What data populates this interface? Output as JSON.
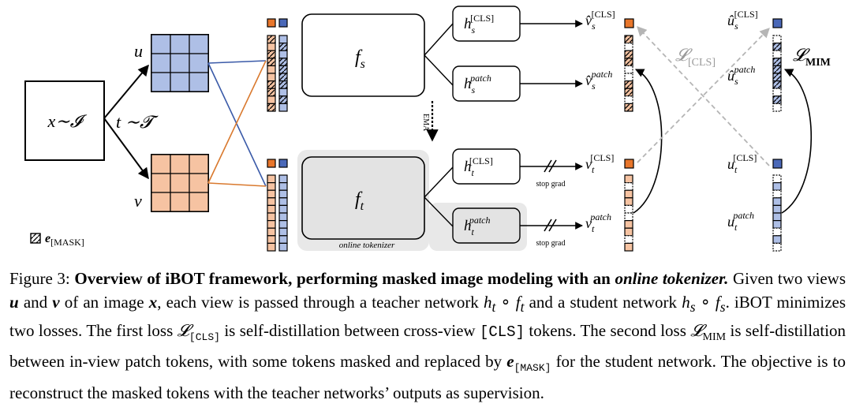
{
  "colors": {
    "blue": "#aebfe6",
    "orange": "#f6c3a2",
    "orange_dark": "#e8762b",
    "blue_dark": "#4a68b8",
    "gray_panel": "#e8e8e8",
    "loss_arrow": "#b5b5b5",
    "line_blue": "#3a5aa8",
    "line_orange": "#d9792e"
  },
  "diagram": {
    "input_label": "x∼𝓘",
    "transform_label": "t ∼𝓣",
    "view_u": "u",
    "view_v": "v",
    "student_encoder": "f",
    "student_encoder_sub": "s",
    "teacher_encoder": "f",
    "teacher_encoder_sub": "t",
    "ema": "EMA",
    "online_tokenizer": "online tokenizer",
    "stop_grad_1": "stop grad",
    "stop_grad_2": "stop grad",
    "heads": {
      "student_cls": {
        "base": "h",
        "sub": "s",
        "sup": "[CLS]"
      },
      "student_patch": {
        "base": "h",
        "sub": "s",
        "sup": "patch"
      },
      "teacher_cls": {
        "base": "h",
        "sub": "t",
        "sup": "[CLS]"
      },
      "teacher_patch": {
        "base": "h",
        "sub": "t",
        "sup": "patch"
      }
    },
    "outputs": {
      "v_s_cls": {
        "base": "v̂",
        "sub": "s",
        "sup": "[CLS]"
      },
      "v_s_patch": {
        "base": "v̂",
        "sub": "s",
        "sup": "patch"
      },
      "v_t_cls": {
        "base": "v",
        "sub": "t",
        "sup": "[CLS]"
      },
      "v_t_patch": {
        "base": "v",
        "sub": "t",
        "sup": "patch"
      },
      "u_s_cls": {
        "base": "û",
        "sub": "s",
        "sup": "[CLS]"
      },
      "u_s_patch": {
        "base": "û",
        "sub": "s",
        "sup": "patch"
      },
      "u_t_cls": {
        "base": "u",
        "sub": "t",
        "sup": "[CLS]"
      },
      "u_t_patch": {
        "base": "u",
        "sub": "t",
        "sup": "patch"
      }
    },
    "loss_cls": "𝓛",
    "loss_cls_sub": "[CLS]",
    "loss_mim": "𝓛",
    "loss_mim_sub": "MIM",
    "legend_mask": "e",
    "legend_mask_sub": "[MASK]"
  },
  "caption": {
    "figure_num": "Figure 3:",
    "title_bold": "Overview of iBOT framework, performing masked image modeling with an",
    "title_ital1": "online",
    "title_ital2": "tokenizer.",
    "seg1": "Given two views",
    "u": "u",
    "and1": "and",
    "v": "v",
    "seg2": "of an image",
    "x": "x",
    "seg3": ", each view is passed through a teacher network",
    "teacher_math": "h",
    "teacher_sub": "t",
    "teacher_circ": " ∘ ",
    "teacher_f": "f",
    "teacher_fsub": "t",
    "seg4": "and a student network",
    "student_math": "h",
    "student_sub": "s",
    "student_circ": " ∘ ",
    "student_f": "f",
    "student_fsub": "s",
    "seg5": ". iBOT minimizes two losses. The first loss",
    "loss1": "𝓛",
    "loss1_sub": "[CLS]",
    "seg6": "is self-distillation between cross-view",
    "cls_token": "[CLS]",
    "seg7": "tokens. The second loss",
    "loss2": "𝓛",
    "loss2_sub": "MIM",
    "seg8": "is self-distillation between in-view patch tokens, with some tokens masked and replaced by",
    "mask_e": "e",
    "mask_sub": "[MASK]",
    "seg9": "for the student network. The objective is to reconstruct the masked tokens with the teacher networks’ outputs as supervision."
  }
}
